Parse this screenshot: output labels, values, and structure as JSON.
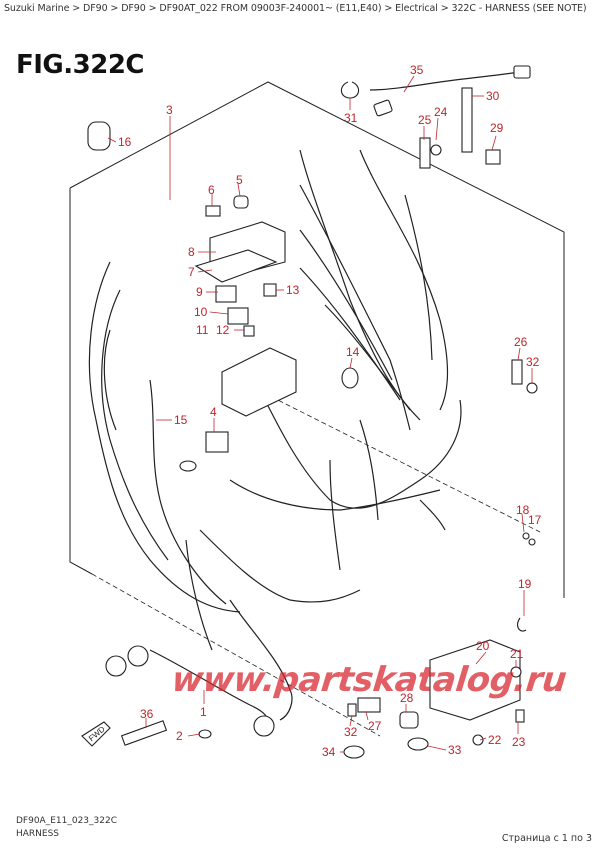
{
  "breadcrumb": "Suzuki Marine > DF90 > DF90 > DF90AT_022 FROM 09003F-240001~ (E11,E40) > Electrical > 322C - HARNESS (SEE NOTE)",
  "figure_title": "FIG.322C",
  "callouts": [
    "35",
    "31",
    "30",
    "24",
    "25",
    "29",
    "3",
    "16",
    "6",
    "5",
    "8",
    "7",
    "9",
    "13",
    "10",
    "11",
    "12",
    "14",
    "4",
    "15",
    "26",
    "32",
    "18",
    "17",
    "19",
    "20",
    "21",
    "22",
    "23",
    "28",
    "27",
    "33",
    "32",
    "34",
    "36",
    "2",
    "1"
  ],
  "fwd_label": "FWD",
  "watermark": "www.partskatalog.ru",
  "footer": {
    "code": "DF90A_E11_023_322C",
    "name": "HARNESS"
  },
  "pager": "Страница с 1 по 3"
}
